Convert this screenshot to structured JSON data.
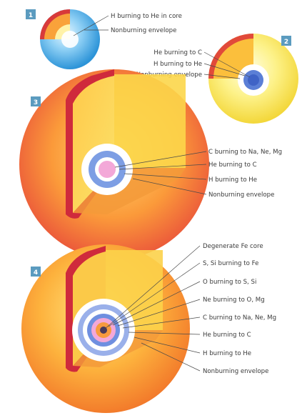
{
  "stars": [
    {
      "number": "1",
      "labels": [
        "H burning to He in core",
        "Nonburning envelope"
      ]
    },
    {
      "number": "2",
      "labels": [
        "He burning to C",
        "H burning to He",
        "Nonburning envelope"
      ]
    },
    {
      "number": "3",
      "labels": [
        "C burning to Na, Ne, Mg",
        "He burning to C",
        "H burning to He",
        "Nonburning envelope"
      ]
    },
    {
      "number": "4",
      "labels": [
        "Degenerate Fe core",
        "S, Si burning to Fe",
        "O burning to S, Si",
        "Ne burning to O, Mg",
        "C burning to Na, Ne, Mg",
        "He burning to C",
        "H burning to He",
        "Nonburning envelope"
      ]
    }
  ],
  "colors": {
    "badge": "#5b9bbf",
    "blue_star_outer": "#3aa0e0",
    "yellow_star_outer": "#f7e64a",
    "red_giant_outer": "#f47a2a",
    "supergiant_outer": "#f5a12e",
    "cut_rim": "#cf2a3c",
    "shell_blue": "#5b7fd6",
    "shell_pink": "#f3a8d8"
  }
}
